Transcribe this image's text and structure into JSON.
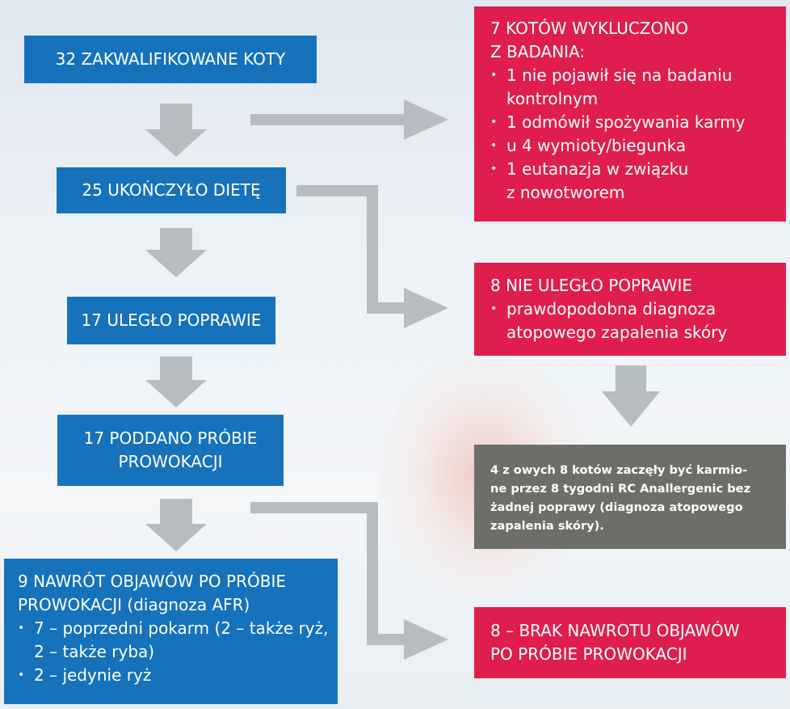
{
  "colors": {
    "blue": "#1572bb",
    "red": "#e01e4d",
    "grey": "#6c6f68",
    "arrow": "#b7bcc0"
  },
  "left": {
    "b1": "32 ZAKWALIFIKOWANE KOTY",
    "b2": "25 UKOŃCZYŁO DIETĘ",
    "b3": "17 ULEGŁO POPRAWIE",
    "b4_line1": "17 PODDANO PRÓBIE",
    "b4_line2": "PROWOKACJI",
    "b5_line1": "9 NAWRÓT OBJAWÓW PO PRÓBIE",
    "b5_line2": "PROWOKACJI (diagnoza AFR)",
    "b5_items": [
      {
        "l1": "7 – poprzedni pokarm (2 – także ryż,",
        "l2": "2 – także ryba)"
      },
      {
        "l1": "2 – jedynie ryż",
        "l2": ""
      }
    ]
  },
  "right": {
    "excluded_line1": "7 KOTÓW WYKLUCZONO",
    "excluded_line2": "Z BADANIA:",
    "excluded_items": [
      {
        "l1": "1 nie pojawił się na badaniu",
        "l2": "kontrolnym"
      },
      {
        "l1": "1 odmówił spożywania karmy",
        "l2": ""
      },
      {
        "l1": "u 4 wymioty/biegunka",
        "l2": ""
      },
      {
        "l1": "1 eutanazja w związku",
        "l2": "z nowotworem"
      }
    ],
    "noimp_title": "8 NIE ULEGŁO POPRAWIE",
    "noimp_item_l1": "prawdopodobna diagnoza",
    "noimp_item_l2": "atopowego zapalenia skóry",
    "grey_l1": "4 z owych 8 kotów zaczęły być karmio-",
    "grey_l2": "ne przez 8 tygodni RC Anallergenic bez",
    "grey_l3": "żadnej poprawy (diagnoza atopowego",
    "grey_l4": "zapalenia skóry).",
    "norel_line1": "8 – BRAK NAWROTU OBJAWÓW",
    "norel_line2": "PO PRÓBIE PROWOKACJI"
  }
}
